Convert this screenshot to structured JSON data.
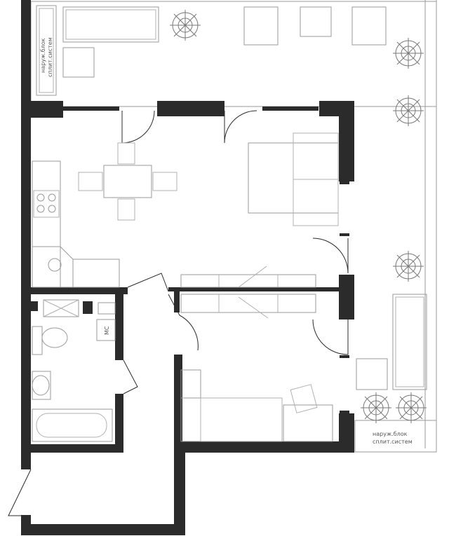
{
  "labels": {
    "ac_top_line1": "наруж.блок",
    "ac_top_line2": "сплит.систем",
    "ac_bottom_line1": "наруж.блок",
    "ac_bottom_line2": "сплит.систем",
    "shaft": "МС"
  },
  "colors": {
    "wall": "#2b2b2b",
    "furniture": "#9a9a9a",
    "background": "#ffffff"
  }
}
